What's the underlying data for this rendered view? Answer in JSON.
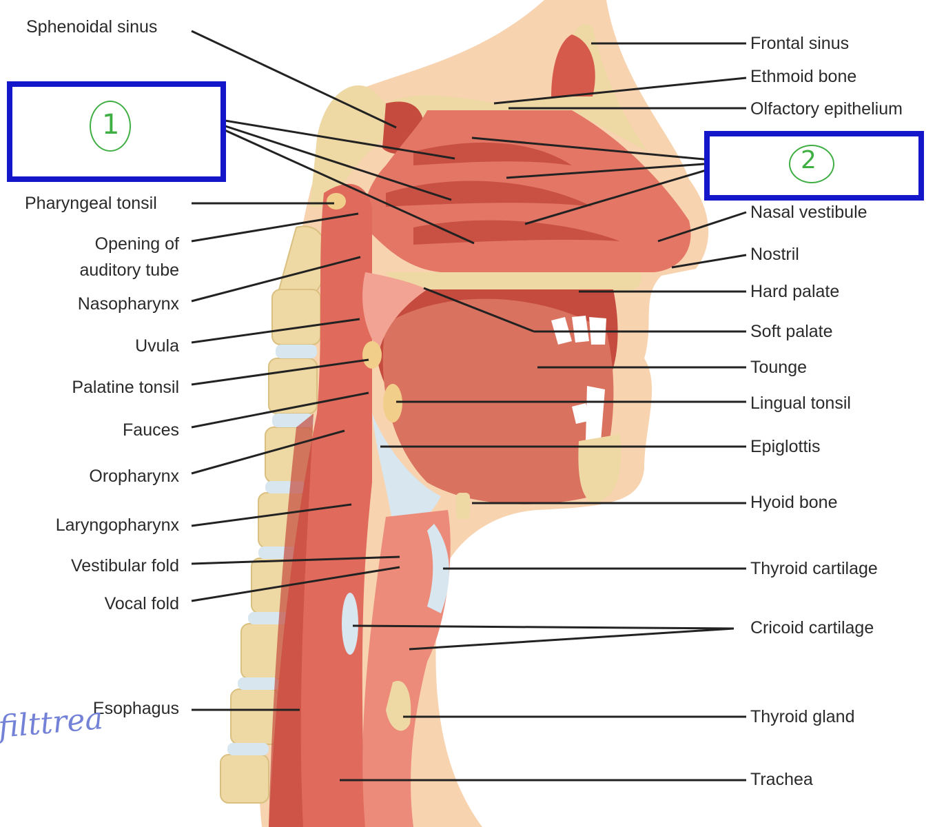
{
  "diagram": {
    "left_labels": [
      {
        "id": "sphenoidal-sinus",
        "text": "Sphenoidal sinus"
      },
      {
        "id": "pharyngeal-tonsil",
        "text": "Pharyngeal tonsil"
      },
      {
        "id": "opening-auditory-tube",
        "text": "Opening of\nauditory tube"
      },
      {
        "id": "nasopharynx",
        "text": "Nasopharynx"
      },
      {
        "id": "uvula",
        "text": "Uvula"
      },
      {
        "id": "palatine-tonsil",
        "text": "Palatine tonsil"
      },
      {
        "id": "fauces",
        "text": "Fauces"
      },
      {
        "id": "oropharynx",
        "text": "Oropharynx"
      },
      {
        "id": "laryngopharynx",
        "text": "Laryngopharynx"
      },
      {
        "id": "vestibular-fold",
        "text": "Vestibular fold"
      },
      {
        "id": "vocal-fold",
        "text": "Vocal fold"
      },
      {
        "id": "esophagus",
        "text": "Esophagus"
      }
    ],
    "right_labels": [
      {
        "id": "frontal-sinus",
        "text": "Frontal sinus"
      },
      {
        "id": "ethmoid-bone",
        "text": "Ethmoid bone"
      },
      {
        "id": "olfactory-epithelium",
        "text": "Olfactory epithelium"
      },
      {
        "id": "nasal-vestibule",
        "text": "Nasal vestibule"
      },
      {
        "id": "nostril",
        "text": "Nostril"
      },
      {
        "id": "hard-palate",
        "text": "Hard palate"
      },
      {
        "id": "soft-palate",
        "text": "Soft palate"
      },
      {
        "id": "tounge",
        "text": "Tounge"
      },
      {
        "id": "lingual-tonsil",
        "text": "Lingual tonsil"
      },
      {
        "id": "epiglottis",
        "text": "Epiglottis"
      },
      {
        "id": "hyoid-bone",
        "text": "Hyoid bone"
      },
      {
        "id": "thyroid-cartilage",
        "text": "Thyroid cartilage"
      },
      {
        "id": "cricoid-cartilage",
        "text": "Cricoid cartilage"
      },
      {
        "id": "thyroid-gland",
        "text": "Thyroid gland"
      },
      {
        "id": "trachea",
        "text": "Trachea"
      }
    ],
    "hidden_boxes": [
      {
        "id": "box-1",
        "mark": "1"
      },
      {
        "id": "box-2",
        "mark": "2"
      }
    ],
    "handwritten_note": "filttrea",
    "colors": {
      "muscle": "#e06a5c",
      "muscle_dark": "#c44b3e",
      "muscle_light": "#f2a393",
      "bone": "#eed9a4",
      "skin": "#f7d3b0",
      "cartilage": "#d7e6ef",
      "tonsil": "#f1cf8a",
      "box_border": "#1417c9",
      "ink_green": "#3fae43",
      "ink_blue": "#7381d6"
    }
  }
}
